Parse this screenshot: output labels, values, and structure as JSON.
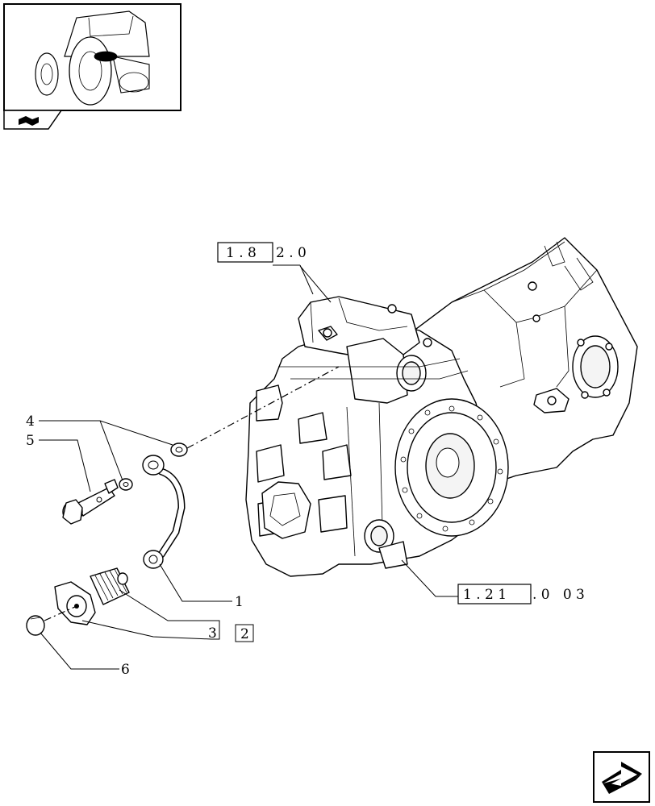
{
  "callouts": [
    {
      "id": "1",
      "text": "1"
    },
    {
      "id": "2",
      "text": "2"
    },
    {
      "id": "3",
      "text": "3"
    },
    {
      "id": "4",
      "text": "4"
    },
    {
      "id": "5",
      "text": "5"
    },
    {
      "id": "6",
      "text": "6"
    }
  ],
  "refs": {
    "ref_top_boxed": "1 . 8",
    "ref_top_rest": "2 . 0",
    "ref_bottom_boxed": "1 . 2 1",
    "ref_bottom_rest": ". 0   0 3"
  },
  "icons": {
    "thumbnail": "tractor-location-thumbnail",
    "section": "section-arrow-icon",
    "nav": "next-page-arrow-icon"
  }
}
